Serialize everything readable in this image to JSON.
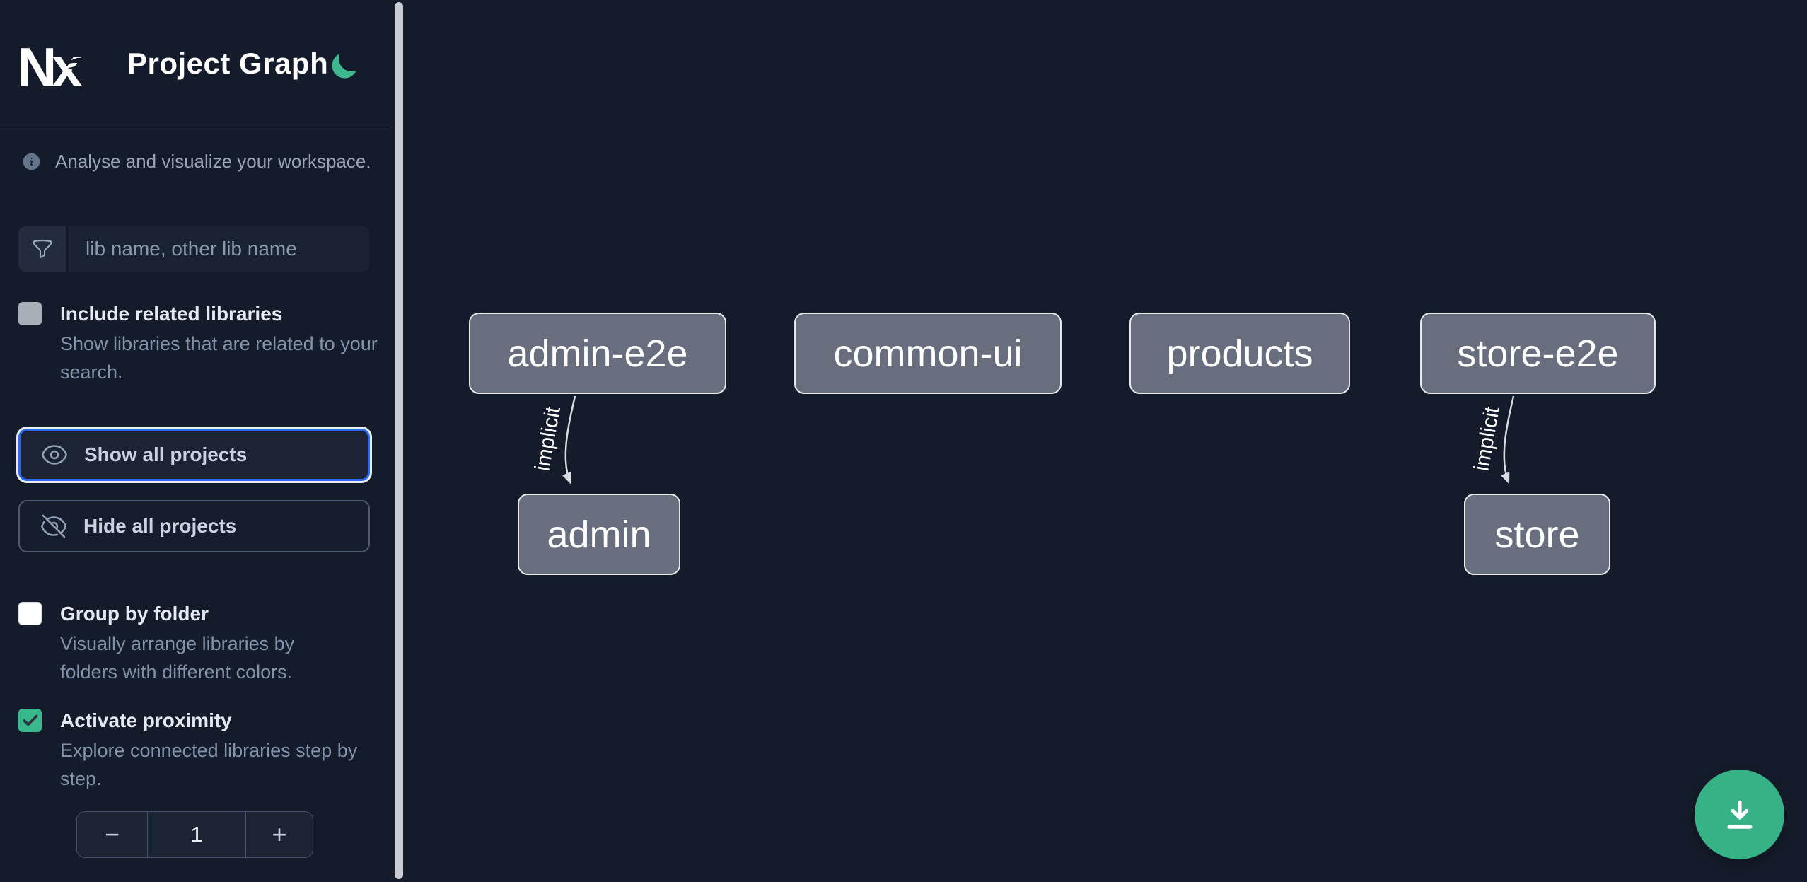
{
  "header": {
    "logo": "Nx",
    "title": "Project Graph",
    "theme_toggle_icon": "moon-icon"
  },
  "sidebar": {
    "tagline": "Analyse and visualize your workspace.",
    "filter": {
      "placeholder": "lib name, other lib name",
      "value": "",
      "icon": "funnel-icon"
    },
    "include_related": {
      "label": "Include related libraries",
      "description": "Show libraries that are related to your search.",
      "checked": false
    },
    "actions": {
      "show_all": "Show all projects",
      "hide_all": "Hide all projects"
    },
    "group_by_folder": {
      "label": "Group by folder",
      "description": "Visually arrange libraries by folders with different colors.",
      "checked": false
    },
    "proximity": {
      "label": "Activate proximity",
      "description": "Explore connected libraries step by step.",
      "checked": true,
      "stepper": {
        "decrement": "−",
        "value": "1",
        "increment": "+"
      }
    }
  },
  "graph": {
    "nodes": [
      {
        "id": "admin-e2e",
        "label": "admin-e2e"
      },
      {
        "id": "common-ui",
        "label": "common-ui"
      },
      {
        "id": "products",
        "label": "products"
      },
      {
        "id": "store-e2e",
        "label": "store-e2e"
      },
      {
        "id": "admin",
        "label": "admin"
      },
      {
        "id": "store",
        "label": "store"
      }
    ],
    "edges": [
      {
        "from": "admin-e2e",
        "to": "admin",
        "label": "implicit"
      },
      {
        "from": "store-e2e",
        "to": "store",
        "label": "implicit"
      }
    ]
  },
  "fab": {
    "action": "download-graph-image",
    "icon": "download-icon"
  },
  "colors": {
    "background": "#141B2A",
    "accent_green": "#36B286",
    "focus_blue": "#2B6BEB",
    "node_fill": "#686E7E",
    "node_border": "#E6E8EC",
    "edge": "#D7DBE2",
    "scrollbar": "#C9CDD3"
  }
}
